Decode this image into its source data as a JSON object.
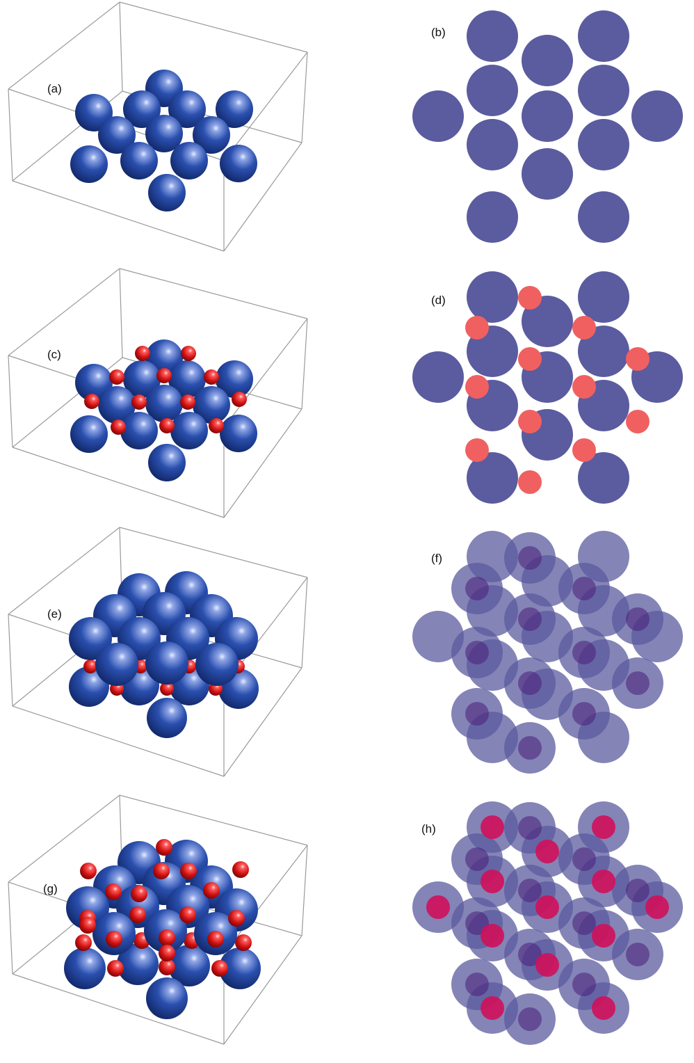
{
  "figure": {
    "panels": [
      {
        "id": "a",
        "label": "(a)",
        "kind": "3d",
        "structure": "blue-layer"
      },
      {
        "id": "b",
        "label": "(b)",
        "kind": "top",
        "structure": "blue-layer"
      },
      {
        "id": "c",
        "label": "(c)",
        "kind": "3d",
        "structure": "blue-plus-red-interstitials"
      },
      {
        "id": "d",
        "label": "(d)",
        "kind": "top",
        "structure": "blue-plus-red-interstitials"
      },
      {
        "id": "e",
        "label": "(e)",
        "kind": "3d",
        "structure": "second-blue-layer"
      },
      {
        "id": "f",
        "label": "(f)",
        "kind": "top",
        "structure": "second-blue-layer"
      },
      {
        "id": "g",
        "label": "(g)",
        "kind": "3d",
        "structure": "second-blue-layer-plus-red"
      },
      {
        "id": "h",
        "label": "(h)",
        "kind": "top",
        "structure": "second-blue-layer-plus-red"
      }
    ],
    "colors": {
      "sphere_blue": "#1d3f9a",
      "sphere_red": "#cc1111",
      "disc_blue": "#5b5b9f",
      "disc_red": "#f06060",
      "disc_magenta": "#d0105a",
      "box_edge": "#9a9a9a"
    }
  }
}
